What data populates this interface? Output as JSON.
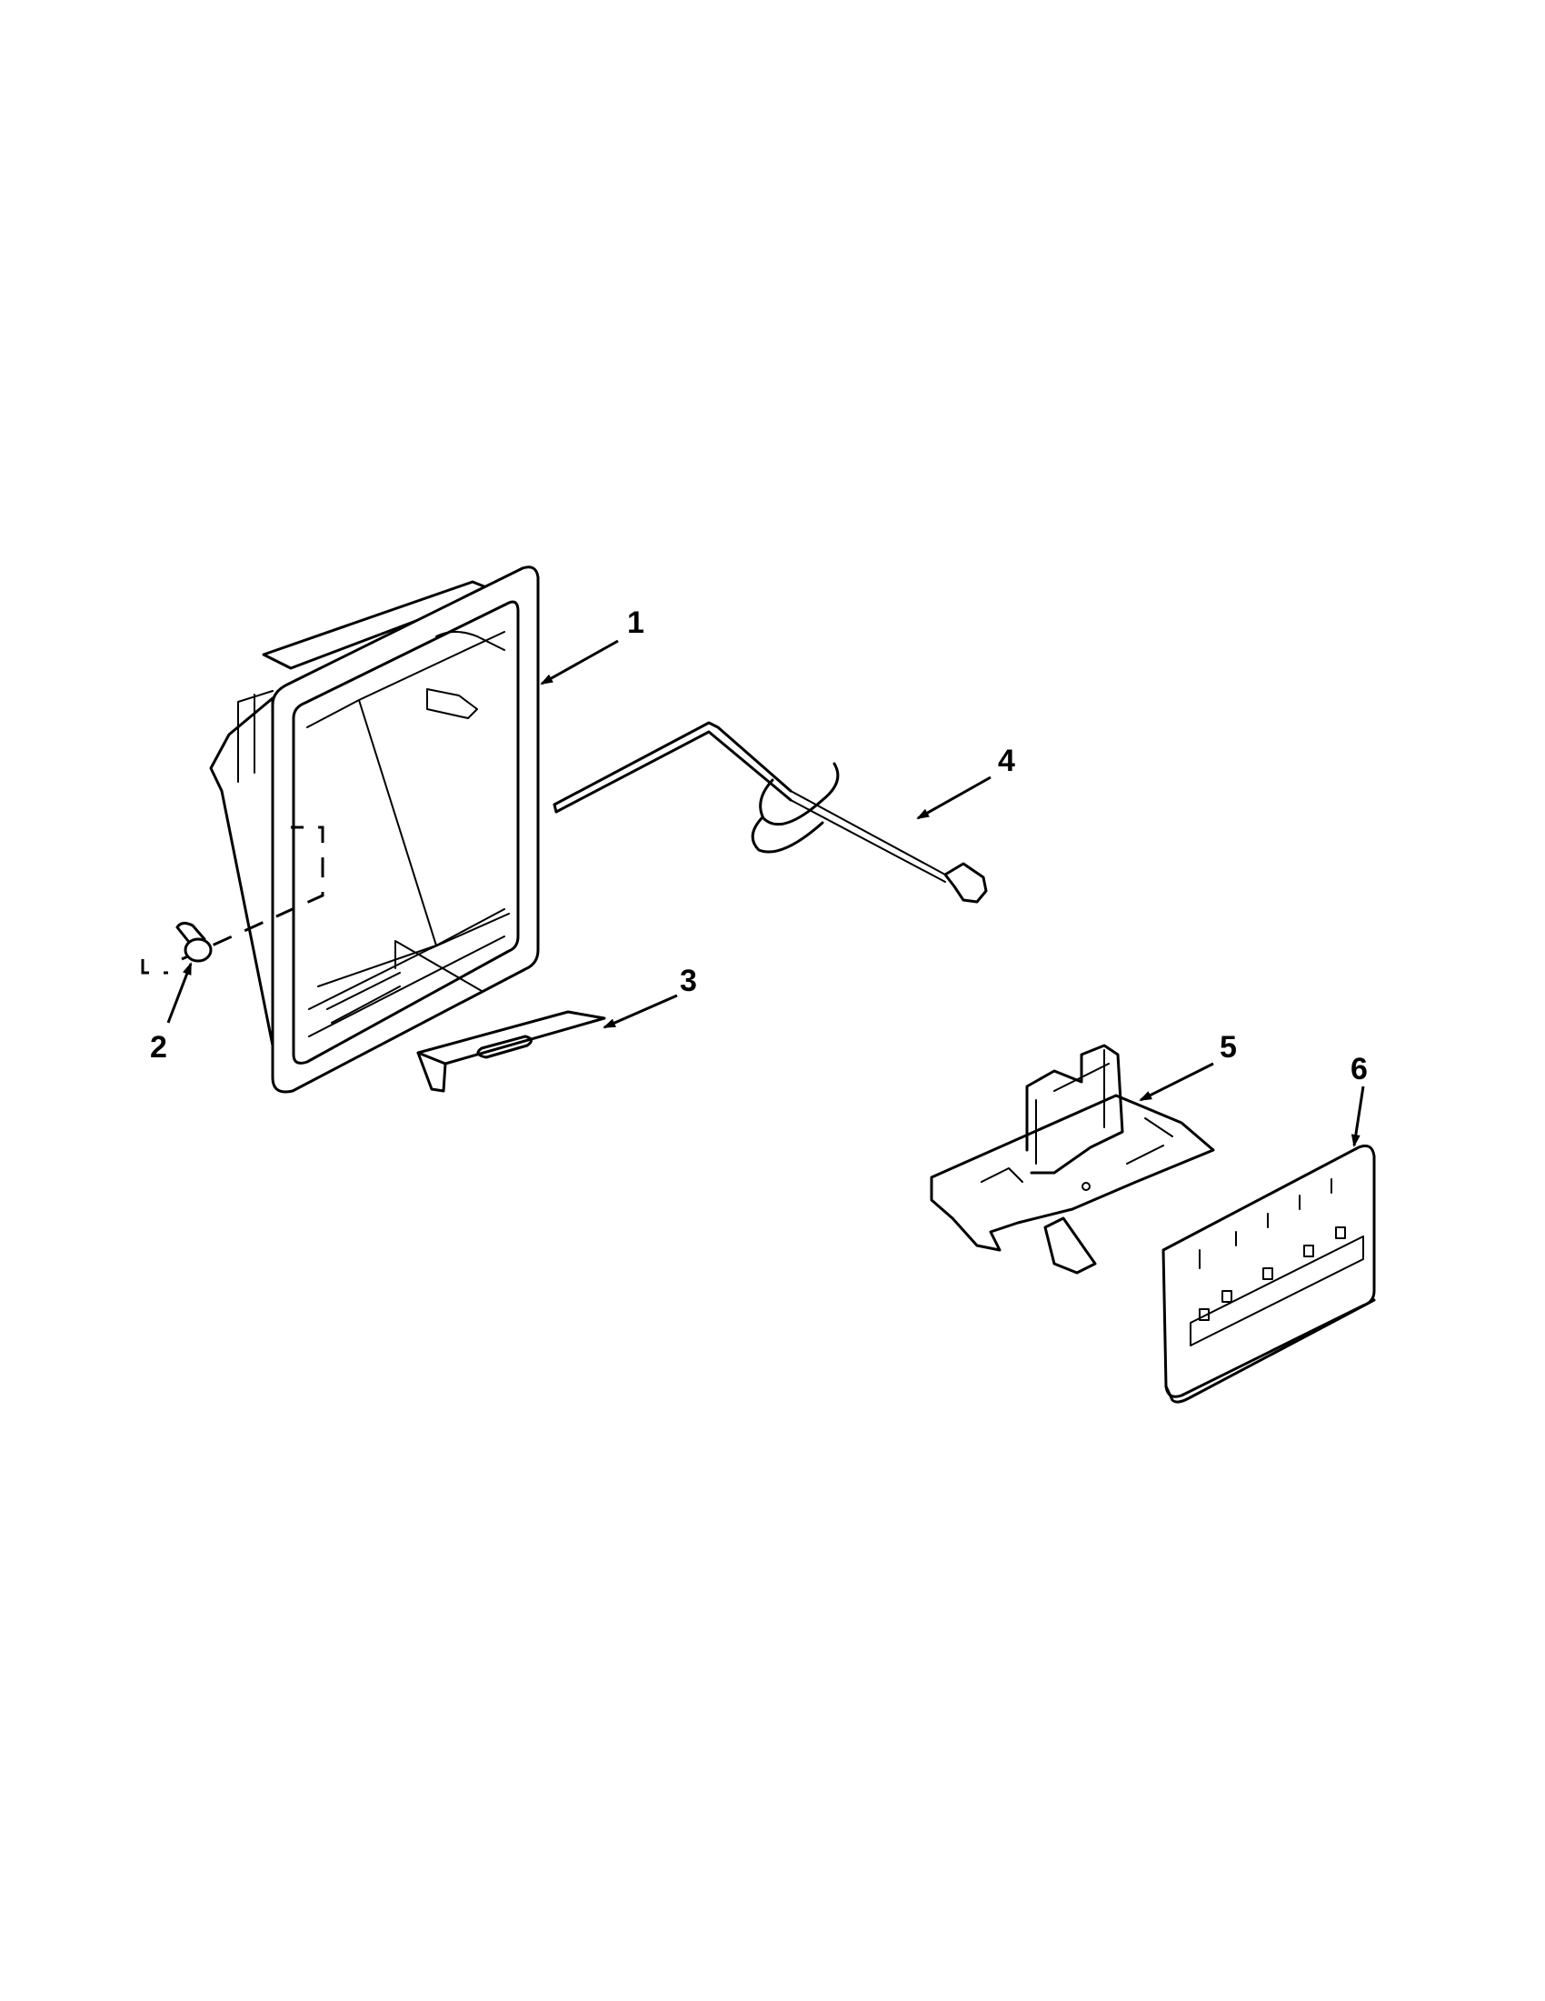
{
  "callouts": [
    {
      "label": "1",
      "part": "dispenser-housing"
    },
    {
      "label": "2",
      "part": "screw"
    },
    {
      "label": "3",
      "part": "drip-tray"
    },
    {
      "label": "4",
      "part": "water-tube"
    },
    {
      "label": "5",
      "part": "dispenser-control-assembly"
    },
    {
      "label": "6",
      "part": "control-panel-cover"
    }
  ]
}
